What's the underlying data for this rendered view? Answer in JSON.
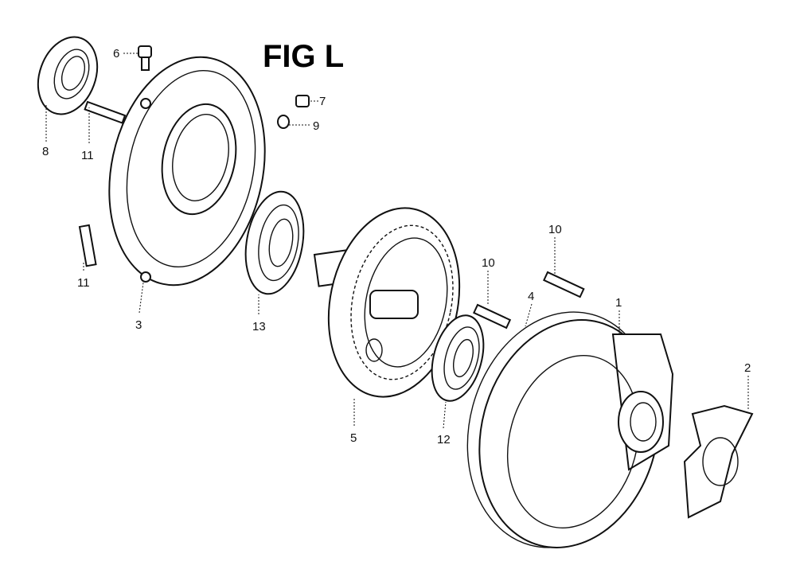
{
  "title": "FIG L",
  "callouts": {
    "c1": "1",
    "c2": "2",
    "c3": "3",
    "c4": "4",
    "c5": "5",
    "c6": "6",
    "c7": "7",
    "c8": "8",
    "c9": "9",
    "c10a": "10",
    "c10b": "10",
    "c11a": "11",
    "c11b": "11",
    "c12": "12",
    "c13": "13"
  }
}
